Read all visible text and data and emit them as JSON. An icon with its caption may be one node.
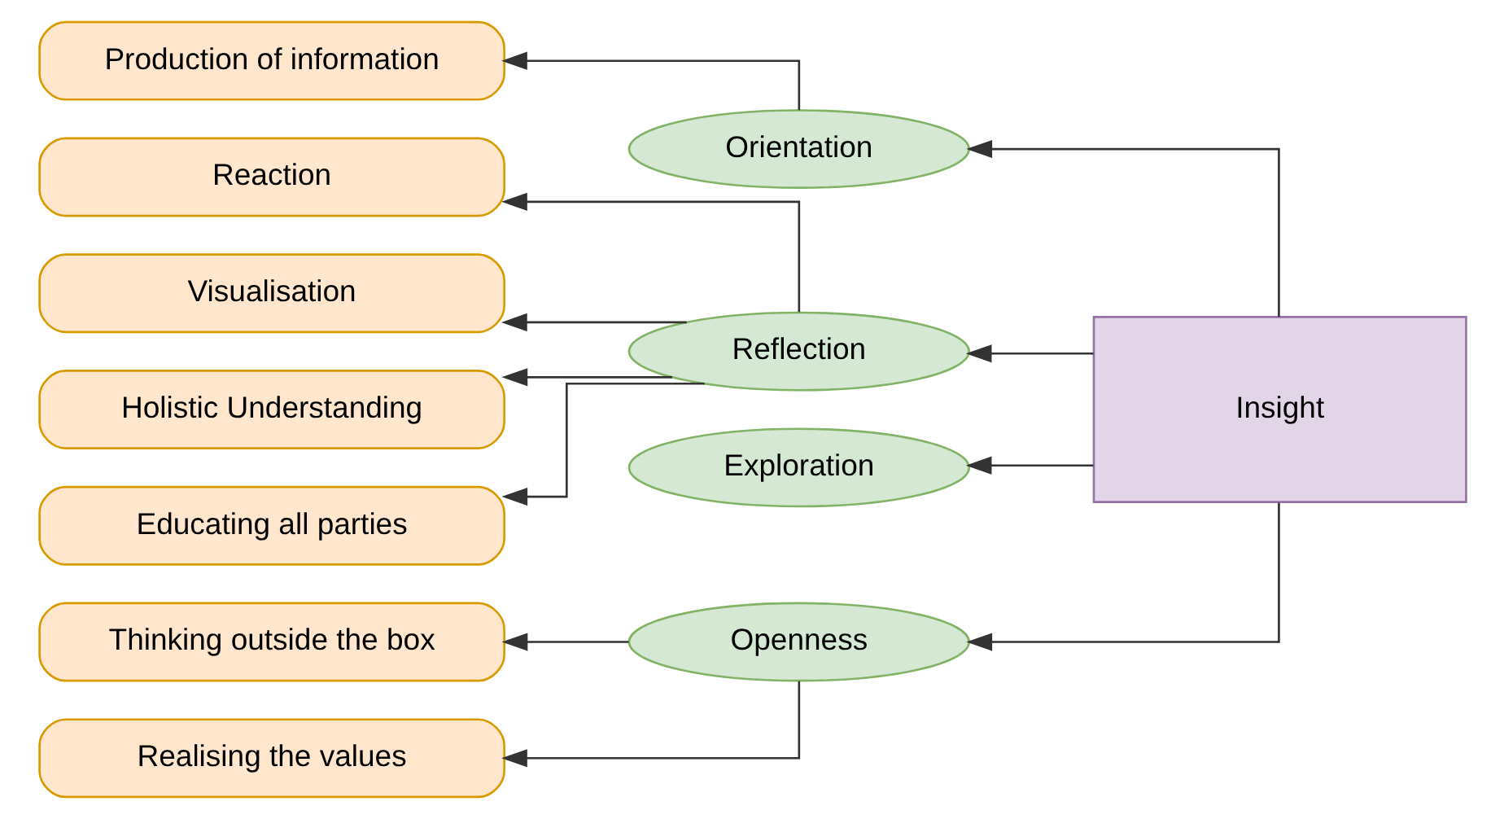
{
  "diagram": {
    "nodes": [
      {
        "text": [
          "Production of information"
        ]
      },
      {
        "text": [
          "Reaction"
        ]
      },
      {
        "text": [
          "Visualisation"
        ]
      },
      {
        "text": [
          "Holistic Understanding"
        ]
      },
      {
        "text": [
          "Educating all parties"
        ]
      },
      {
        "text": [
          "Thinking outside the box"
        ]
      },
      {
        "text": [
          "Realising the values"
        ]
      },
      {
        "text": [
          "Orientation"
        ]
      },
      {
        "text": [
          "Reflection"
        ]
      },
      {
        "text": [
          "Exploration"
        ]
      },
      {
        "text": [
          "Openness"
        ]
      },
      {
        "text": [
          "Insight"
        ]
      }
    ],
    "edges": [
      {
        "from": 11,
        "to": 7,
        "arrow": "to"
      },
      {
        "from": 11,
        "to": 8,
        "arrow": "to"
      },
      {
        "from": 11,
        "to": 9,
        "arrow": "to"
      },
      {
        "from": 11,
        "to": 10,
        "arrow": "to"
      },
      {
        "from": 7,
        "to": 0,
        "arrow": "to"
      },
      {
        "from": 8,
        "to": 1,
        "arrow": "to"
      },
      {
        "from": 8,
        "to": 2,
        "arrow": "to"
      },
      {
        "from": 8,
        "to": 3,
        "arrow": "to"
      },
      {
        "from": 8,
        "to": 4,
        "arrow": "to"
      },
      {
        "from": 10,
        "to": 5,
        "arrow": "to"
      },
      {
        "from": 10,
        "to": 6,
        "arrow": "to"
      }
    ]
  }
}
